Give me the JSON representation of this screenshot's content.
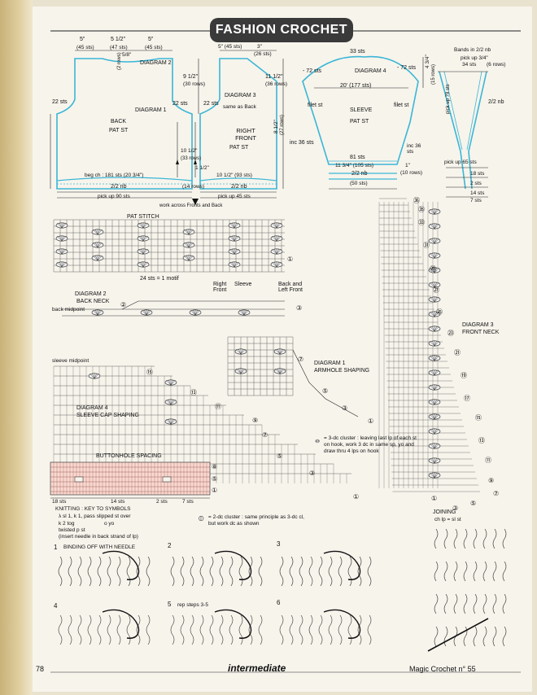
{
  "header": {
    "title": "FASHION CROCHET"
  },
  "page_numbers": {
    "left": "78",
    "right": "Magic Crochet n° 55"
  },
  "level": "intermediate",
  "schematic": {
    "back": {
      "top_widths": [
        "5\"",
        "5 1/2\"",
        "5\""
      ],
      "top_sts": [
        "(45 sts)",
        "(47 sts)",
        "(45 sts)"
      ],
      "neck_drop": "5/8\"",
      "neck_rows": "(2 rows)",
      "diagram_label": "DIAGRAM 2",
      "armhole_h": "9 1/2\"",
      "armhole_rows": "(30 rows)",
      "side_sts_left": "22 sts",
      "side_sts_right": "22 sts",
      "diagram1": "DIAGRAM 1",
      "name": "BACK",
      "pattern": "PAT ST",
      "body_h": "10 1/2\"",
      "body_rows": "(33 rows)",
      "beg_ch": "beg ch : 181 sts (20 3/4\")",
      "ribbing": "2/2 nb",
      "pick_up": "pick up 90 sts"
    },
    "front": {
      "top_w1": "5\" (45 sts)",
      "top_w2": "3\"",
      "top_w2_sts": "(26 sts)",
      "diagram3": "DIAGRAM 3",
      "same_as_back": "same as Back",
      "side_sts": "22 sts",
      "height": "11 1/2\"",
      "height_rows": "(36 rows)",
      "name": "RIGHT FRONT",
      "pattern": "PAT ST",
      "lower_h": "8 1/2\"",
      "lower_rows": "(27 rows)",
      "rib_h": "1 1/2\"",
      "rib_rows": "(14 rows)",
      "width": "10 1/2\" (93 sts)",
      "ribbing": "2/2 nb",
      "pick_up": "pick up 45 sts",
      "work_across": "work across Fronts and Back"
    },
    "sleeve": {
      "top_sts": "33 sts",
      "dec_left": "- 72 sts",
      "dec_right": "- 72 sts",
      "diagram4": "DIAGRAM 4",
      "cap_h": "4 3/4\"",
      "cap_rows": "(15 rows)",
      "width": "20' (177 sts)",
      "filet_left": "filet st",
      "filet_right": "filet st",
      "name": "SLEEVE",
      "pattern": "PAT ST",
      "inc_left": "inc 36 sts",
      "inc_right": "inc 36 sts",
      "cuff_sts": "81 sts",
      "cuff_w": "11 3/4\" (105 sts)",
      "ribbing": "2/2 nb",
      "rib_h": "1\"",
      "rib_rows": "(10 rows)",
      "bottom_sts": "(50 sts)"
    },
    "bands": {
      "title": "Bands in 2/2 nb",
      "pick_up_top": "pick up 3/4\"",
      "pick_up_top_sts": "34 sts",
      "rows_top": "(6 rows)",
      "pick_up_mid": "pick up 78 sts",
      "ribbing": "2/2 nb",
      "pick_up_low": "pick up 65 sts",
      "c1": "18 sts",
      "c2": "2 sts",
      "c3": "14 sts",
      "c4": "7 sts"
    }
  },
  "charts": {
    "pat_stitch": {
      "title": "PAT STITCH",
      "repeat": "24 sts = 1 motif",
      "right_front": "Right Front",
      "sleeve": "Sleeve",
      "back_left": "Back and Left Front",
      "row1": "①"
    },
    "diagram2": {
      "title": "DIAGRAM 2",
      "subtitle": "BACK NECK",
      "midpoint": "back midpoint",
      "row2": "②",
      "row3": "③"
    },
    "diagram1": {
      "title": "DIAGRAM 1",
      "subtitle": "ARMHOLE SHAPING",
      "r7": "⑦",
      "r5": "⑤",
      "r3": "③",
      "r1": "①"
    },
    "diagram4": {
      "title": "DIAGRAM 4",
      "subtitle": "SLEEVE CAP SHAPING",
      "midpoint": "sleeve midpoint",
      "r15": "⑮",
      "r13": "⑬",
      "r11": "⑪",
      "r9": "⑨",
      "r7": "⑦",
      "r5": "⑤",
      "r3": "③",
      "r1": "①"
    },
    "diagram3": {
      "title": "DIAGRAM 3",
      "subtitle": "FRONT NECK",
      "r36": "㊱",
      "r35": "㉟",
      "r33": "㉝",
      "r31": "㉛",
      "r29": "㉙",
      "r27": "㉗",
      "r25": "㉕",
      "r23": "㉓",
      "r21": "㉑",
      "r19": "⑲",
      "r17": "⑰",
      "r15": "⑮",
      "r13": "⑬",
      "r11": "⑪",
      "r9": "⑨",
      "r7": "⑦",
      "r5": "⑤",
      "r3": "③",
      "r1": "①"
    },
    "buttonhole": {
      "title": "BUTTONHOLE SPACING",
      "s1": "18 sts",
      "s2": "14 sts",
      "s3": "2 sts",
      "s4": "7 sts",
      "r8": "⑧",
      "r5": "⑤",
      "r1": "①"
    }
  },
  "legend": {
    "dc3_cluster": "= 3-dc cluster : leaving last lp of each st on hook, work 3 dc in same sp, yo and draw thru 4 lps on hook",
    "dc2_cluster": "= 2-dc cluster : same principle as 3-dc cl, but work dc as shown",
    "knitting_title": "KNITTING : KEY TO SYMBOLS",
    "k1": "λ sl 1, k 1, pass slipped st over",
    "k2": "k 2 tog",
    "k3": "o yo",
    "k4": "twisted p st",
    "k5": "(insert needle in back strand of lp)"
  },
  "steps": {
    "s1_num": "1",
    "s1_label": "BINDING OFF WITH NEEDLE",
    "s2_num": "2",
    "s3_num": "3",
    "s4_num": "4",
    "s5_num": "5",
    "s5_label": "rep steps 3-5",
    "s6_num": "6",
    "joining": "JOINING",
    "joining_sub": "ch lp = sl st"
  }
}
